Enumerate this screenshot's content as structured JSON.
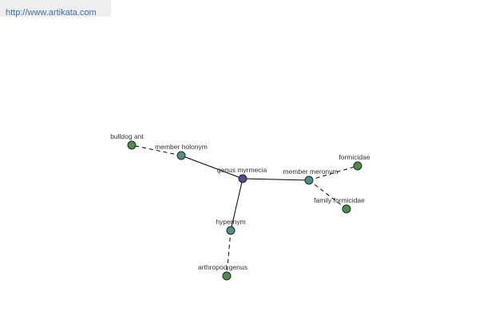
{
  "banner": {
    "url_text": "http://www.artikata.com"
  },
  "colors": {
    "center_node": "#4d4d8f",
    "relation_node": "#4f8e8e",
    "leaf_node": "#4f8a4f",
    "node_stroke": "#1e2a1e",
    "edge": "#000000",
    "banner_bg": "#eeeeee",
    "url_text": "#3a6fb0"
  },
  "graph": {
    "center": {
      "id": "center",
      "label": "genus myrmecia",
      "kind": "center"
    },
    "relations": [
      {
        "id": "rel_holonym",
        "label": "member holonym",
        "kind": "relation"
      },
      {
        "id": "rel_meronym",
        "label": "member meronym",
        "kind": "relation"
      },
      {
        "id": "rel_hypernym",
        "label": "hypernym",
        "kind": "relation"
      }
    ],
    "leaves": [
      {
        "id": "leaf_bulldog",
        "label": "bulldog ant",
        "kind": "leaf"
      },
      {
        "id": "leaf_formicidae",
        "label": "formicidae",
        "kind": "leaf"
      },
      {
        "id": "leaf_family",
        "label": "family formicidae",
        "kind": "leaf"
      },
      {
        "id": "leaf_arthropod",
        "label": "arthropod genus",
        "kind": "leaf"
      }
    ],
    "edges": [
      {
        "from": "center",
        "to": "rel_holonym",
        "style": "solid"
      },
      {
        "from": "center",
        "to": "rel_meronym",
        "style": "solid"
      },
      {
        "from": "center",
        "to": "rel_hypernym",
        "style": "solid"
      },
      {
        "from": "rel_holonym",
        "to": "leaf_bulldog",
        "style": "dashed"
      },
      {
        "from": "rel_meronym",
        "to": "leaf_formicidae",
        "style": "dashed"
      },
      {
        "from": "rel_meronym",
        "to": "leaf_family",
        "style": "dashed"
      },
      {
        "from": "rel_hypernym",
        "to": "leaf_arthropod",
        "style": "dashed"
      }
    ]
  }
}
